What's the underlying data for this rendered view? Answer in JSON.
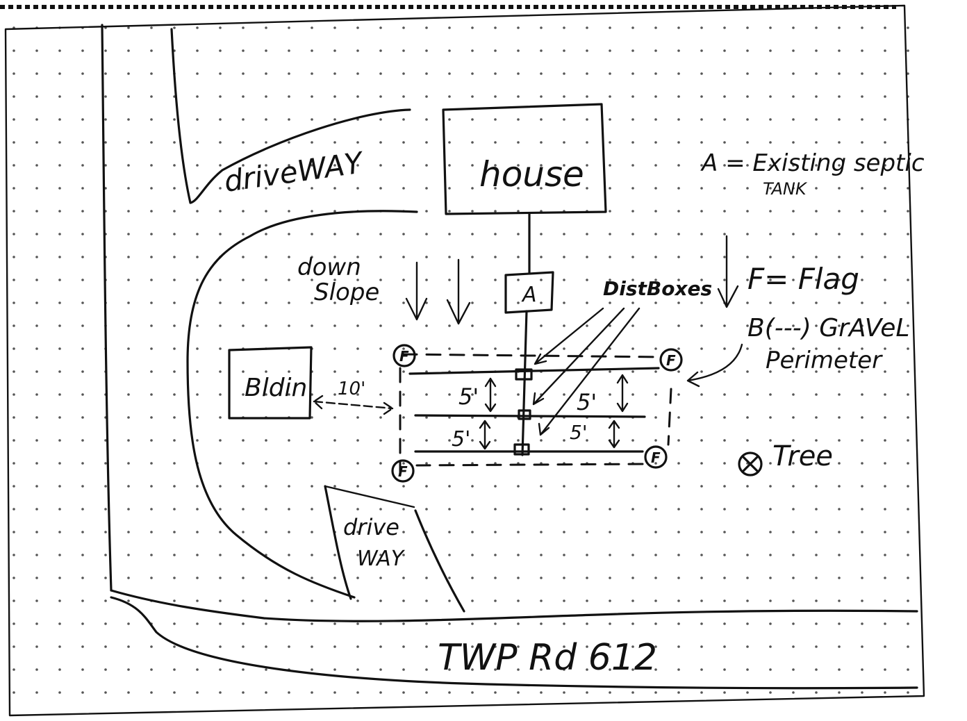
{
  "labels": {
    "driveway_top": "driveWAY",
    "house": "house",
    "legend_a_line1": "A = Existing septic",
    "legend_a_line2": "TANK",
    "down_slope_line1": "down",
    "down_slope_line2": "Slope",
    "tank": "A",
    "dist_boxes": "DistBoxes",
    "legend_flag": "F= Flag",
    "legend_gravel_line1": "B(---) GrAVeL",
    "legend_gravel_line2": "Perimeter",
    "building": "Bldin",
    "distance_to_building": "10'",
    "spacing_left_upper": "5'",
    "spacing_left_lower": "5'",
    "spacing_right_upper": "5'",
    "spacing_right_lower": "5'",
    "flag_marker": "F",
    "tree": "Tree",
    "driveway_bottom_line1": "drive",
    "driveway_bottom_line2": "WAY",
    "road": "TWP Rd 612"
  },
  "colors": {
    "ink": "#111111",
    "paper": "#ffffff",
    "grid_dot": "#555555"
  }
}
